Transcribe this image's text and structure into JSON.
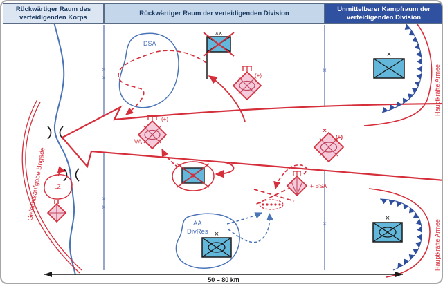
{
  "zones": [
    {
      "label": "Rückwärtiger Raum des verteidigenden Korps",
      "bg": "#dce6f2",
      "fg": "#17365d"
    },
    {
      "label": "Rückwärtiger Raum der verteidigenden Division",
      "bg": "#c3d6ea",
      "fg": "#17365d"
    },
    {
      "label": "Unmittelbarer Kampfraum der verteidigenden Division",
      "bg": "#3050a0",
      "fg": "#ffffff"
    }
  ],
  "labels": {
    "dsa": "DSA",
    "va": "VA",
    "lz": "LZ",
    "aa": "AA",
    "divres": "DivRes",
    "bsa": "+ BSA",
    "plus": "(+)",
    "scale": "50 – 80 km",
    "gefechtsaufgabe": "Gefechtsaufgabe Brigade",
    "hauptkraefte": "Hauptkräfte Armee"
  },
  "echelons": {
    "x": "×",
    "xx": "××"
  },
  "colors": {
    "red": "#d62f3c",
    "blue": "#4a74b8",
    "navy": "#2f4f9e",
    "boundary": "#8d9dc4",
    "unit_fill": "#63b7da",
    "enemy_fill": "#f5cbdb",
    "black": "#1a1a1a"
  }
}
